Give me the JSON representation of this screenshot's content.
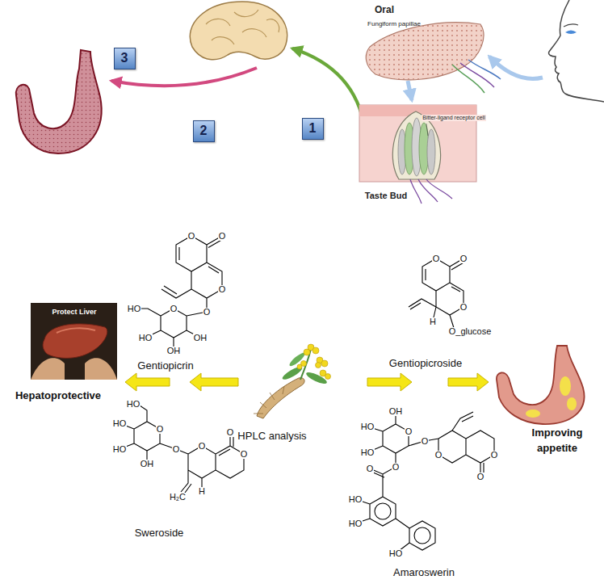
{
  "diagram": {
    "nodes": [
      {
        "text": [
          "3"
        ]
      },
      {
        "text": [
          "2"
        ]
      },
      {
        "text": [
          "1"
        ]
      }
    ],
    "labels": [
      "Oral",
      "Fungiform papillae",
      "Bitter-ligand receptor cell",
      "Taste Bud",
      "O",
      "O",
      "O",
      "HO",
      "O",
      "O",
      "HO",
      "OH",
      "OH",
      "Gentiopicrin",
      "O",
      "O",
      "O",
      "H",
      "O_glucose",
      "Gentiopicroside",
      "Protect Liver",
      "Hepatoprotective",
      "HPLC analysis",
      "Improving appetite",
      "HO",
      "HO",
      "O",
      "O",
      "O",
      "HO",
      "O",
      "O",
      "OH",
      "H",
      "H₂C",
      "Sweroside",
      "OH",
      "HO",
      "O",
      "O",
      "O",
      "O",
      "HO",
      "O",
      "O",
      "O",
      "HO",
      "HO",
      "HO",
      "Amaroswerin"
    ]
  }
}
